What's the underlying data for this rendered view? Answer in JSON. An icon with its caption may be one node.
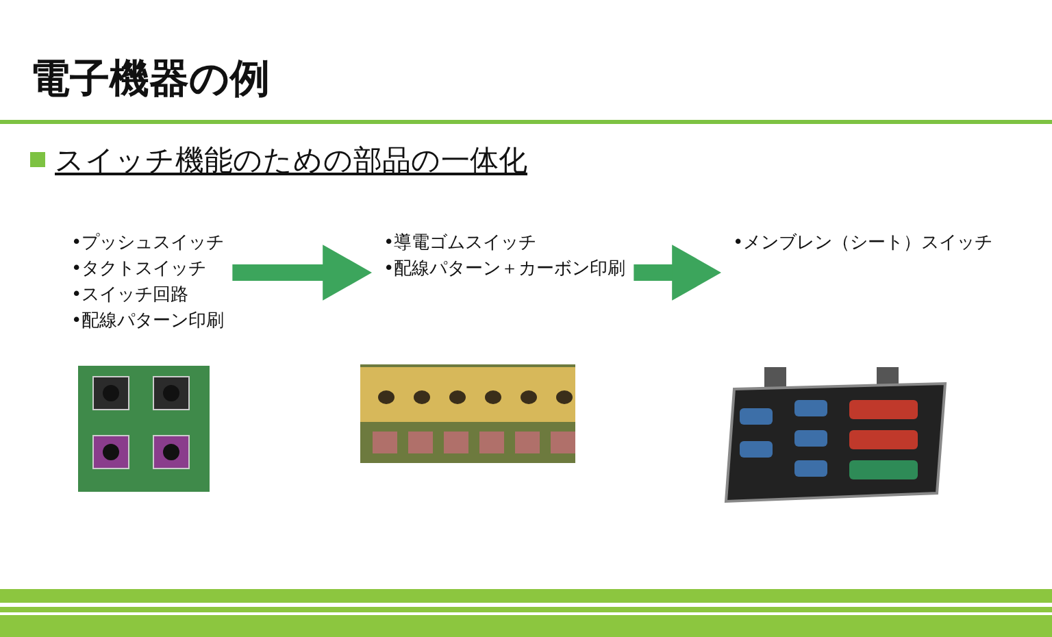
{
  "diagram": {
    "title": "電子機器の例",
    "nodes": [
      {
        "text": [
          "•プッシュスイッチ",
          "•タクトスイッチ",
          "•スイッチ回路",
          "•配線パターン印刷"
        ]
      },
      {
        "text": [
          "•導電ゴムスイッチ",
          "•配線パターン＋カーボン印刷"
        ]
      },
      {
        "text": [
          "•メンブレン（シート）スイッチ"
        ]
      }
    ],
    "edges": [
      {
        "from": 0,
        "to": 1,
        "arrow": "to"
      },
      {
        "from": 1,
        "to": 2,
        "arrow": "to"
      }
    ],
    "labels": [
      "スイッチ機能のための部品の一体化"
    ]
  }
}
